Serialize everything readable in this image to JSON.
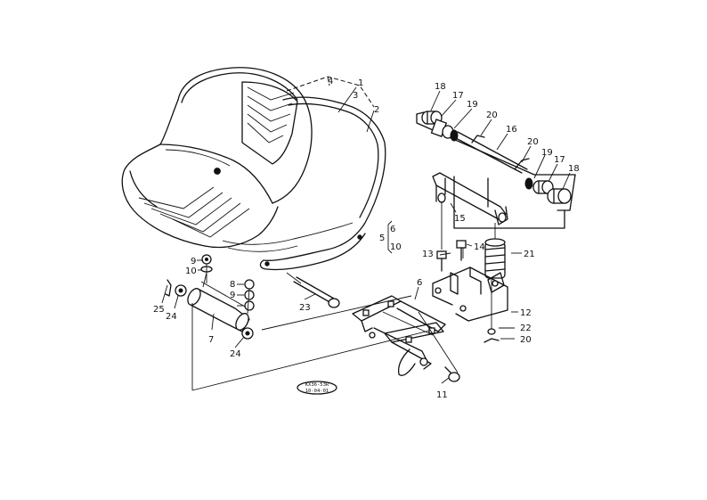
{
  "callouts": [
    {
      "id": "c1",
      "text": "1"
    },
    {
      "id": "c2",
      "text": "2"
    },
    {
      "id": "c3",
      "text": "3"
    },
    {
      "id": "c4",
      "text": "4"
    },
    {
      "id": "c5",
      "text": "5"
    },
    {
      "id": "c6a",
      "text": "6"
    },
    {
      "id": "c6b",
      "text": "6"
    },
    {
      "id": "c7",
      "text": "7"
    },
    {
      "id": "c8",
      "text": "8"
    },
    {
      "id": "c9a",
      "text": "9"
    },
    {
      "id": "c9b",
      "text": "9"
    },
    {
      "id": "c10a",
      "text": "10"
    },
    {
      "id": "c10b",
      "text": "10"
    },
    {
      "id": "c11",
      "text": "11"
    },
    {
      "id": "c12",
      "text": "12"
    },
    {
      "id": "c13",
      "text": "13"
    },
    {
      "id": "c14",
      "text": "14"
    },
    {
      "id": "c15",
      "text": "15"
    },
    {
      "id": "c16",
      "text": "16"
    },
    {
      "id": "c17a",
      "text": "17"
    },
    {
      "id": "c17b",
      "text": "17"
    },
    {
      "id": "c18a",
      "text": "18"
    },
    {
      "id": "c18b",
      "text": "18"
    },
    {
      "id": "c19a",
      "text": "19"
    },
    {
      "id": "c19b",
      "text": "19"
    },
    {
      "id": "c20a",
      "text": "20"
    },
    {
      "id": "c20b",
      "text": "20"
    },
    {
      "id": "c20c",
      "text": "20"
    },
    {
      "id": "c21",
      "text": "21"
    },
    {
      "id": "c22",
      "text": "22"
    },
    {
      "id": "c23",
      "text": "23"
    },
    {
      "id": "c24a",
      "text": "24"
    },
    {
      "id": "c24b",
      "text": "24"
    },
    {
      "id": "c25",
      "text": "25"
    }
  ],
  "stamp": {
    "line1": "KX36-53R",
    "line2": "10-04-01"
  }
}
